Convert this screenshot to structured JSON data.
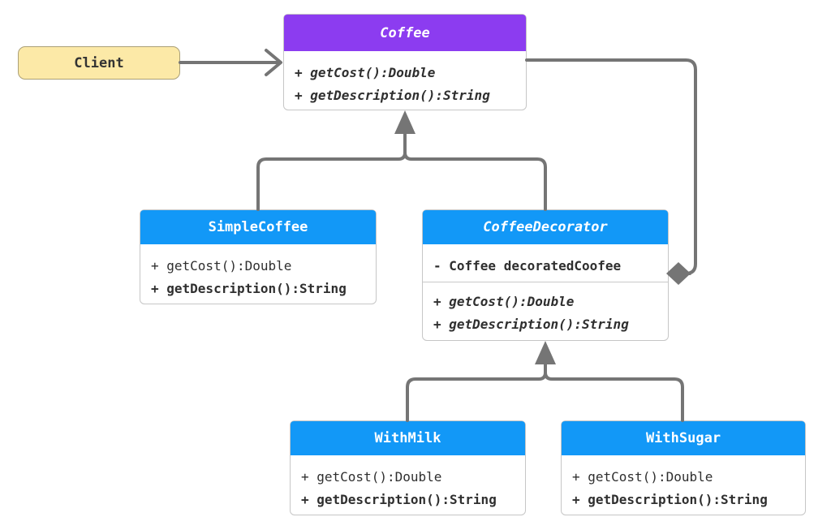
{
  "theme": {
    "abstract_header_color": "#8C3CF0",
    "class_header_color": "#1298F7",
    "client_fill": "#FCE9A7",
    "client_border": "#ABA077",
    "line_color": "#757575",
    "box_border": "#C6C6C6",
    "header_text_color": "#FFFFFF",
    "member_text_color": "#2F2F2F"
  },
  "nodes": {
    "client": {
      "label": "Client"
    },
    "coffee": {
      "title": "Coffee",
      "abstract": true,
      "methods": [
        "+ getCost():Double",
        "+ getDescription():String"
      ]
    },
    "simple_coffee": {
      "title": "SimpleCoffee",
      "abstract": false,
      "methods": [
        "+ getCost():Double",
        "+ getDescription():String"
      ]
    },
    "coffee_decorator": {
      "title": "CoffeeDecorator",
      "abstract": true,
      "fields": [
        "- Coffee decoratedCoofee"
      ],
      "methods": [
        "+ getCost():Double",
        "+ getDescription():String"
      ]
    },
    "with_milk": {
      "title": "WithMilk",
      "abstract": false,
      "methods": [
        "+ getCost():Double",
        "+ getDescription():String"
      ]
    },
    "with_sugar": {
      "title": "WithSugar",
      "abstract": false,
      "methods": [
        "+ getCost():Double",
        "+ getDescription():String"
      ]
    }
  },
  "relations": [
    {
      "from": "Client",
      "to": "Coffee",
      "type": "association"
    },
    {
      "from": "SimpleCoffee",
      "to": "Coffee",
      "type": "generalization"
    },
    {
      "from": "CoffeeDecorator",
      "to": "Coffee",
      "type": "generalization"
    },
    {
      "from": "CoffeeDecorator",
      "to": "Coffee",
      "type": "composition"
    },
    {
      "from": "WithMilk",
      "to": "CoffeeDecorator",
      "type": "generalization"
    },
    {
      "from": "WithSugar",
      "to": "CoffeeDecorator",
      "type": "generalization"
    }
  ]
}
